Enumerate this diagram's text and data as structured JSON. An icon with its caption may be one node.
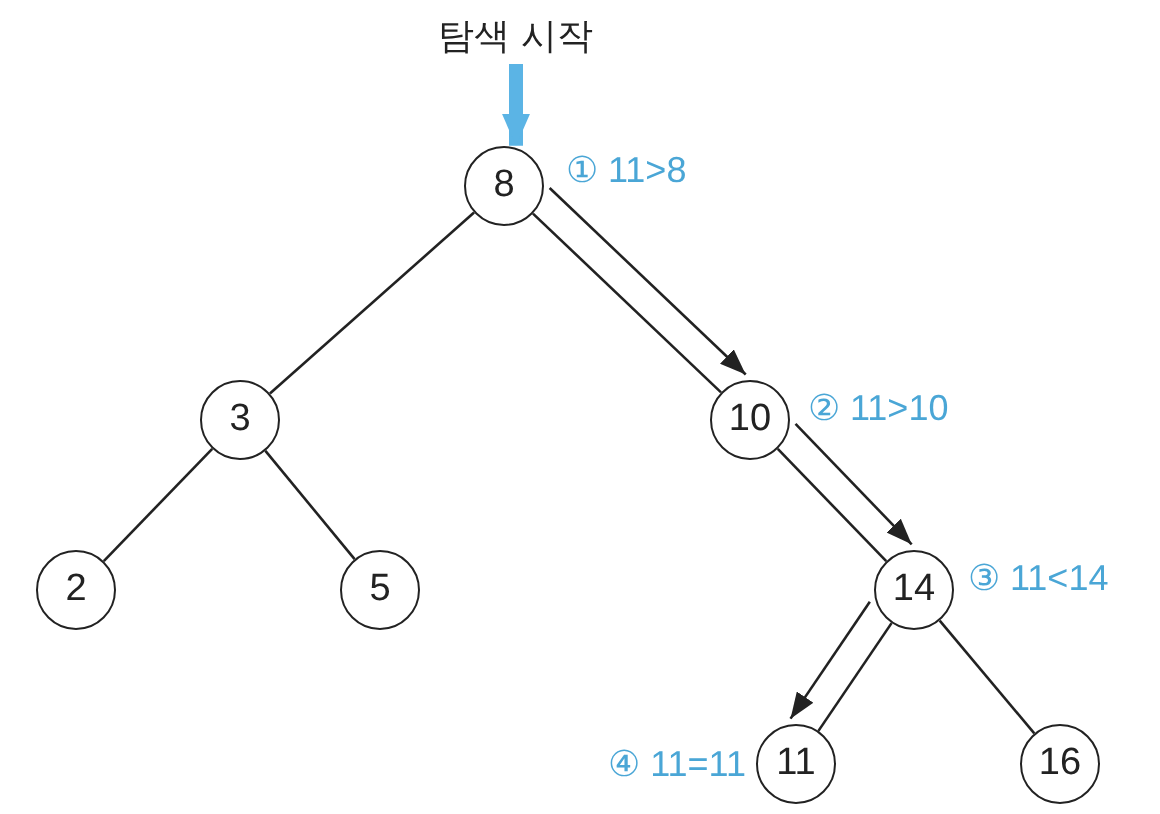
{
  "diagram": {
    "nodes": [
      {
        "text": [
          "탐색 시작"
        ]
      },
      {
        "text": [
          "8"
        ],
        "beside": [
          "① 11>8"
        ]
      },
      {
        "text": [
          "3"
        ]
      },
      {
        "text": [
          "10"
        ],
        "beside": [
          "② 11>10"
        ]
      },
      {
        "text": [
          "2"
        ]
      },
      {
        "text": [
          "5"
        ]
      },
      {
        "text": [
          "14"
        ],
        "beside": [
          "③ 11<14"
        ]
      },
      {
        "text": [
          "11"
        ],
        "beside": [
          "④ 11=11"
        ]
      },
      {
        "text": [
          "16"
        ]
      }
    ],
    "edges": [
      {
        "from": 0,
        "to": 1,
        "arrow": "to",
        "style": "thick",
        "color": "#5bb4e5"
      },
      {
        "from": 1,
        "to": 2,
        "arrow": "none"
      },
      {
        "from": 1,
        "to": 3,
        "arrow": "none"
      },
      {
        "from": 2,
        "to": 4,
        "arrow": "none"
      },
      {
        "from": 2,
        "to": 5,
        "arrow": "none"
      },
      {
        "from": 3,
        "to": 6,
        "arrow": "none"
      },
      {
        "from": 6,
        "to": 7,
        "arrow": "none"
      },
      {
        "from": 6,
        "to": 8,
        "arrow": "none"
      },
      {
        "from": 1,
        "to": 3,
        "arrow": "to"
      },
      {
        "from": 3,
        "to": 6,
        "arrow": "to"
      },
      {
        "from": 6,
        "to": 7,
        "arrow": "to"
      }
    ]
  }
}
